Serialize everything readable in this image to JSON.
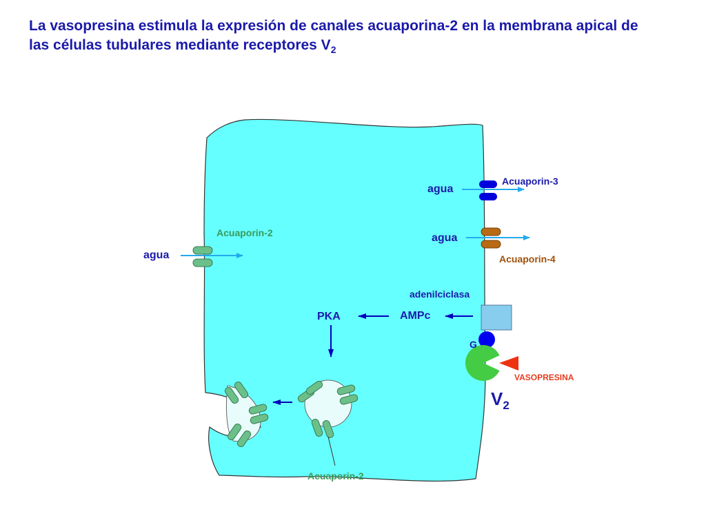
{
  "title": {
    "main": "La vasopresina estimula la expresión de canales acuaporina-2 en la membrana apical de las células tubulares mediante receptores V",
    "subscript": "2"
  },
  "labels": {
    "agua_left": "agua",
    "acuaporin2_top": "Acuaporin-2",
    "agua_top": "agua",
    "acuaporin3": "Acuaporin-3",
    "agua_mid": "agua",
    "acuaporin4": "Acuaporin-4",
    "adenilciclasa": "adenilciclasa",
    "pka": "PKA",
    "ampc": "AMPc",
    "g": "G",
    "vasopresina": "VASOPRESINA",
    "v2_main": "V",
    "v2_sub": "2",
    "acuaporin2_bottom": "Acuaporin-2"
  },
  "colors": {
    "cell": "#66ffff",
    "aquaporin2": "#6bc08a",
    "aquaporin3": "#0000dd",
    "aquaporin4": "#b86a14",
    "arrow_light": "#22aaee",
    "arrow_dark": "#0000bb",
    "receptor": "#44cc44",
    "g_protein": "#0000ee",
    "adenylcyclase": "#88ccee",
    "vasopressin": "#ee3311",
    "vesicle": "#e8fcfc"
  }
}
